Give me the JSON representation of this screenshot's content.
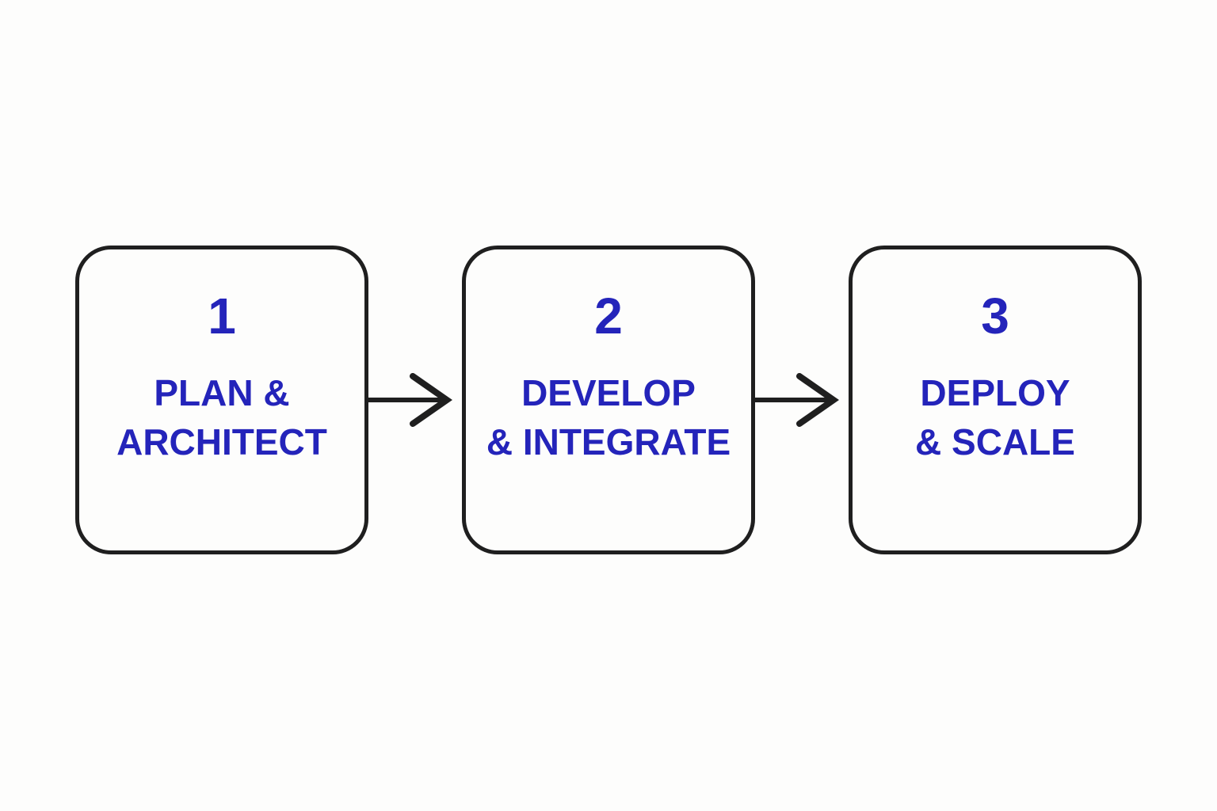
{
  "page": {
    "background_color": "#fdfdfc"
  },
  "diagram": {
    "accent_color": "#2424ba",
    "line_color": "#1f1f1f",
    "steps": [
      {
        "number": "1",
        "label_line1": "PLAN &",
        "label_line2": "ARCHITECT"
      },
      {
        "number": "2",
        "label_line1": "DEVELOP",
        "label_line2": "& INTEGRATE"
      },
      {
        "number": "3",
        "label_line1": "DEPLOY",
        "label_line2": "& SCALE"
      }
    ]
  }
}
